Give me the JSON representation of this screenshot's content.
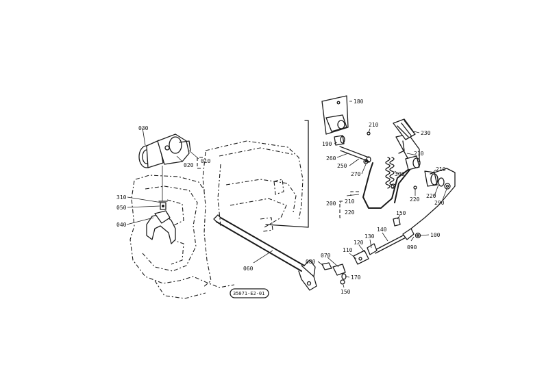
{
  "diagram": {
    "reference_code": "35071-E2-01",
    "part_labels": [
      {
        "id": "p010",
        "text": "010"
      },
      {
        "id": "p020",
        "text": "020"
      },
      {
        "id": "p030",
        "text": "030"
      },
      {
        "id": "p040",
        "text": "040"
      },
      {
        "id": "p050",
        "text": "050"
      },
      {
        "id": "p060",
        "text": "060"
      },
      {
        "id": "p070",
        "text": "070"
      },
      {
        "id": "p080",
        "text": "080"
      },
      {
        "id": "p090",
        "text": "090"
      },
      {
        "id": "p100",
        "text": "100"
      },
      {
        "id": "p110",
        "text": "110"
      },
      {
        "id": "p120",
        "text": "120"
      },
      {
        "id": "p130",
        "text": "130"
      },
      {
        "id": "p140",
        "text": "140"
      },
      {
        "id": "p150a",
        "text": "150"
      },
      {
        "id": "p150b",
        "text": "150"
      },
      {
        "id": "p170",
        "text": "170"
      },
      {
        "id": "p180",
        "text": "180"
      },
      {
        "id": "p190",
        "text": "190"
      },
      {
        "id": "p200",
        "text": "200"
      },
      {
        "id": "p210a",
        "text": "210"
      },
      {
        "id": "p210b",
        "text": "210"
      },
      {
        "id": "p210c",
        "text": "210"
      },
      {
        "id": "p220a",
        "text": "220"
      },
      {
        "id": "p220b",
        "text": "220"
      },
      {
        "id": "p230",
        "text": "230"
      },
      {
        "id": "p240",
        "text": "240"
      },
      {
        "id": "p250",
        "text": "250"
      },
      {
        "id": "p260",
        "text": "260"
      },
      {
        "id": "p270",
        "text": "270"
      },
      {
        "id": "p280",
        "text": "280"
      },
      {
        "id": "p290",
        "text": "290"
      },
      {
        "id": "p300",
        "text": "300"
      },
      {
        "id": "p310",
        "text": "310"
      }
    ]
  }
}
